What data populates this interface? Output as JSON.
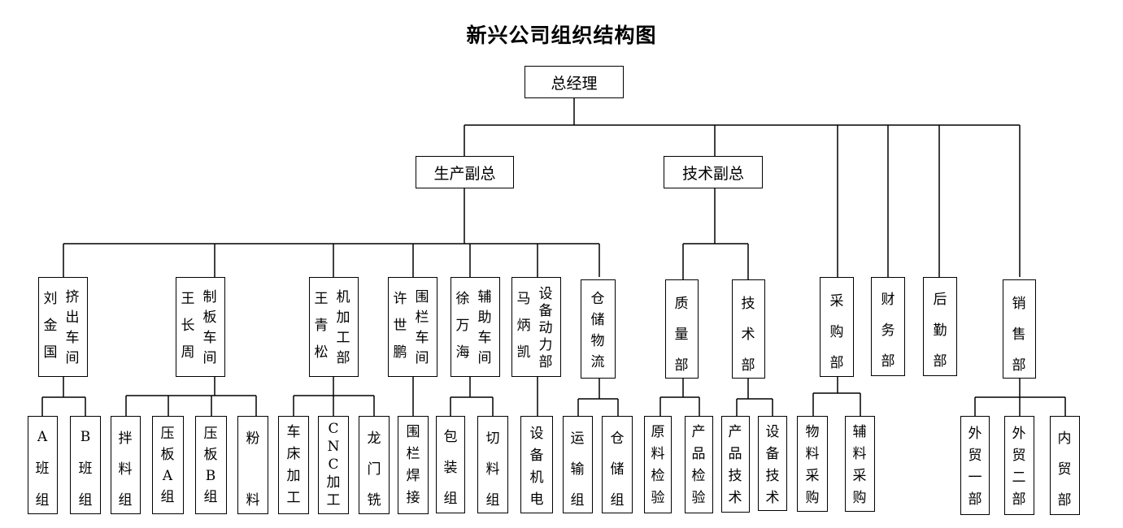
{
  "title": "新兴公司组织结构图",
  "nodes": {
    "ceo": "总经理",
    "prod_vp": "生产副总",
    "tech_vp": "技术副总",
    "extrusion_manager": "刘\n金\n国",
    "extrusion": "挤\n出\n车\n间",
    "board_manager": "王\n长\n周",
    "board": "制\n板\n车\n间",
    "machining_manager": "王\n青\n松",
    "machining": "机\n加\n工\n部",
    "fence_manager": "许\n世\n鹏",
    "fence": "围\n栏\n车\n间",
    "aux_manager": "徐\n万\n海",
    "aux": "辅\n助\n车\n间",
    "power_manager": "马\n炳\n凯",
    "power": "设\n备\n动\n力\n部",
    "warehouse": "仓\n储\n物\n流",
    "quality": "质\n量\n部",
    "techdept": "技\n术\n部",
    "purchasing": "采\n购\n部",
    "finance": "财\n务\n部",
    "logistics": "后\n勤\n部",
    "sales": "销\n售\n部",
    "team_a": "A\n班\n组",
    "team_b": "B\n班\n组",
    "mixing": "拌\n料\n组",
    "press_a": "压\n板\nA\n组",
    "press_b": "压\n板\nB\n组",
    "powder": "粉\n\n料",
    "lathe": "车\n床\n加\n工",
    "cnc": "C\nN\nC\n加\n工",
    "gantry": "龙\n门\n铣",
    "fence_weld": "围\n栏\n焊\n接",
    "packing": "包\n装\n组",
    "cutting": "切\n料\n组",
    "equip_elec": "设\n备\n机\n电",
    "transport": "运\n输\n组",
    "storage": "仓\n储\n组",
    "raw_inspect": "原\n料\n检\n验",
    "product_inspect": "产\n品\n检\n验",
    "product_tech": "产\n品\n技\n术",
    "equip_tech": "设\n备\n技\n术",
    "material_purchase": "物\n料\n采\n购",
    "aux_purchase": "辅\n料\n采\n购",
    "foreign1": "外\n贸\n一\n部",
    "foreign2": "外\n贸\n二\n部",
    "domestic": "内\n贸\n部"
  }
}
